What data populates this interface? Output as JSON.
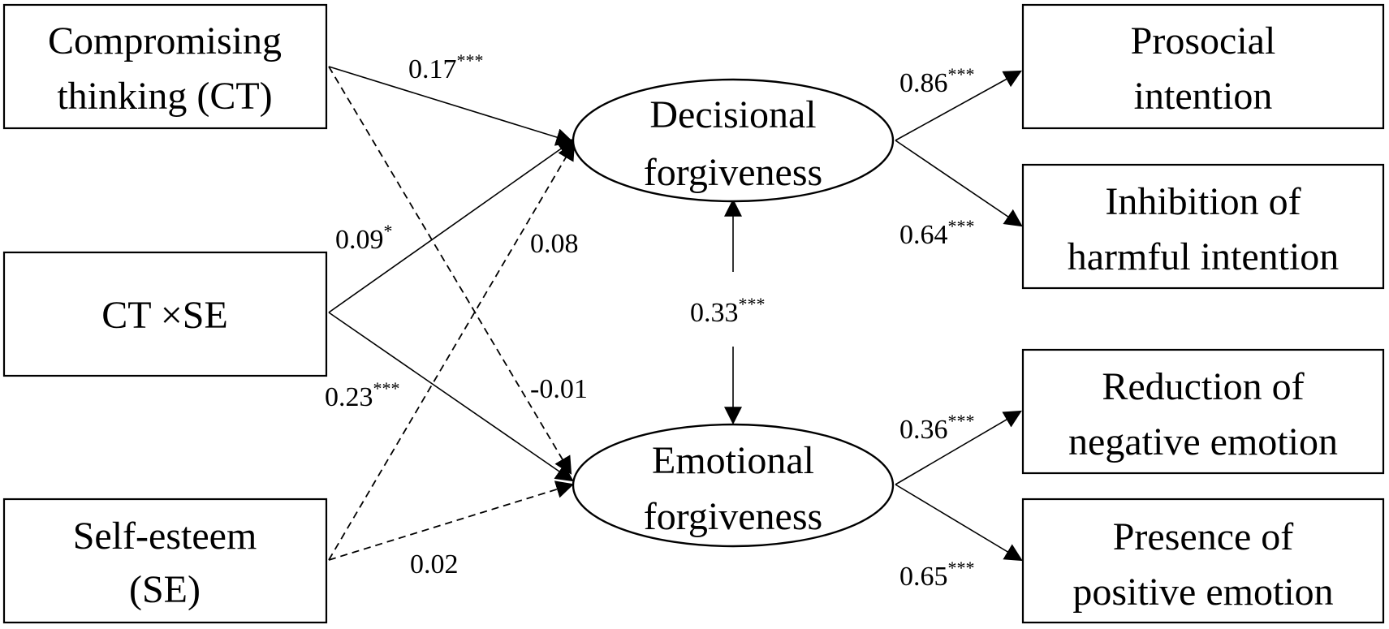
{
  "nodes": {
    "ct": {
      "line1": "Compromising",
      "line2": "thinking (CT)"
    },
    "ctse": {
      "line1": "CT ×SE"
    },
    "se": {
      "line1": "Self-esteem",
      "line2": "(SE)"
    },
    "decisional": {
      "line1": "Decisional",
      "line2": "forgiveness"
    },
    "emotional": {
      "line1": "Emotional",
      "line2": "forgiveness"
    },
    "prosocial": {
      "line1": "Prosocial",
      "line2": "intention"
    },
    "inhibition": {
      "line1": "Inhibition of",
      "line2": "harmful intention"
    },
    "reduction": {
      "line1": "Reduction of",
      "line2": "negative emotion"
    },
    "presence": {
      "line1": "Presence of",
      "line2": "positive emotion"
    }
  },
  "paths": {
    "ct_dec": {
      "value": "0.17",
      "sig": "***",
      "style": "solid"
    },
    "ct_emo": {
      "value": "-0.01",
      "sig": "",
      "style": "dashed"
    },
    "ctse_dec": {
      "value": "0.09",
      "sig": "*",
      "style": "solid"
    },
    "ctse_emo": {
      "value": "0.23",
      "sig": "***",
      "style": "solid"
    },
    "se_dec": {
      "value": "0.08",
      "sig": "",
      "style": "dashed"
    },
    "se_emo": {
      "value": "0.02",
      "sig": "",
      "style": "dashed"
    },
    "dec_emo": {
      "value": "0.33",
      "sig": "***",
      "style": "solid"
    },
    "dec_pro": {
      "value": "0.86",
      "sig": "***",
      "style": "solid"
    },
    "dec_inh": {
      "value": "0.64",
      "sig": "***",
      "style": "solid"
    },
    "emo_red": {
      "value": "0.36",
      "sig": "***",
      "style": "solid"
    },
    "emo_pre": {
      "value": "0.65",
      "sig": "***",
      "style": "solid"
    }
  },
  "colors": {
    "stroke": "#000000",
    "background": "#ffffff"
  }
}
